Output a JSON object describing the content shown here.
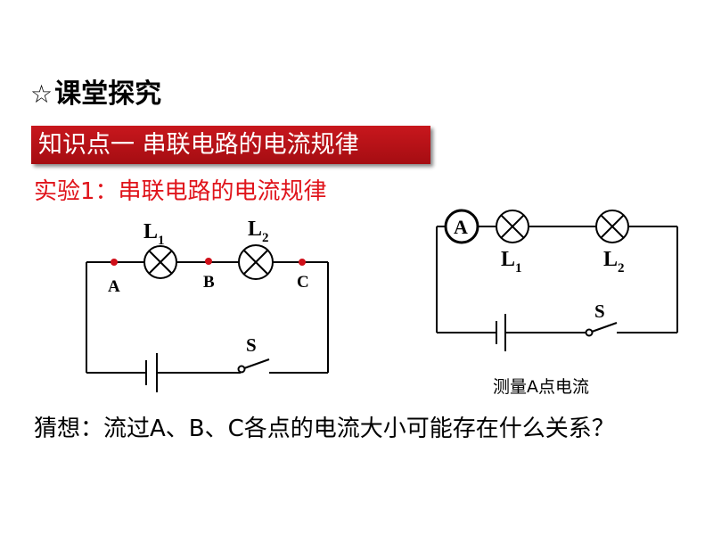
{
  "header": {
    "star": "☆",
    "title": "课堂探究"
  },
  "topic_banner": {
    "label": "知识点一  串联电路的电流规律",
    "color": "#c8171d"
  },
  "experiment": {
    "title": "实验1：串联电路的电流规律",
    "color": "#e0141b"
  },
  "circuit_left": {
    "lamp1": "L",
    "lamp1_sub": "1",
    "lamp2": "L",
    "lamp2_sub": "2",
    "point_a": "A",
    "point_b": "B",
    "point_c": "C",
    "switch": "S",
    "dot_color": "#d0101a"
  },
  "circuit_right": {
    "ammeter": "A",
    "lamp1": "L",
    "lamp1_sub": "1",
    "lamp2": "L",
    "lamp2_sub": "2",
    "switch": "S",
    "caption": "测量A点电流"
  },
  "question": {
    "text": "猜想：流过A、B、C各点的电流大小可能存在什么关系？"
  }
}
